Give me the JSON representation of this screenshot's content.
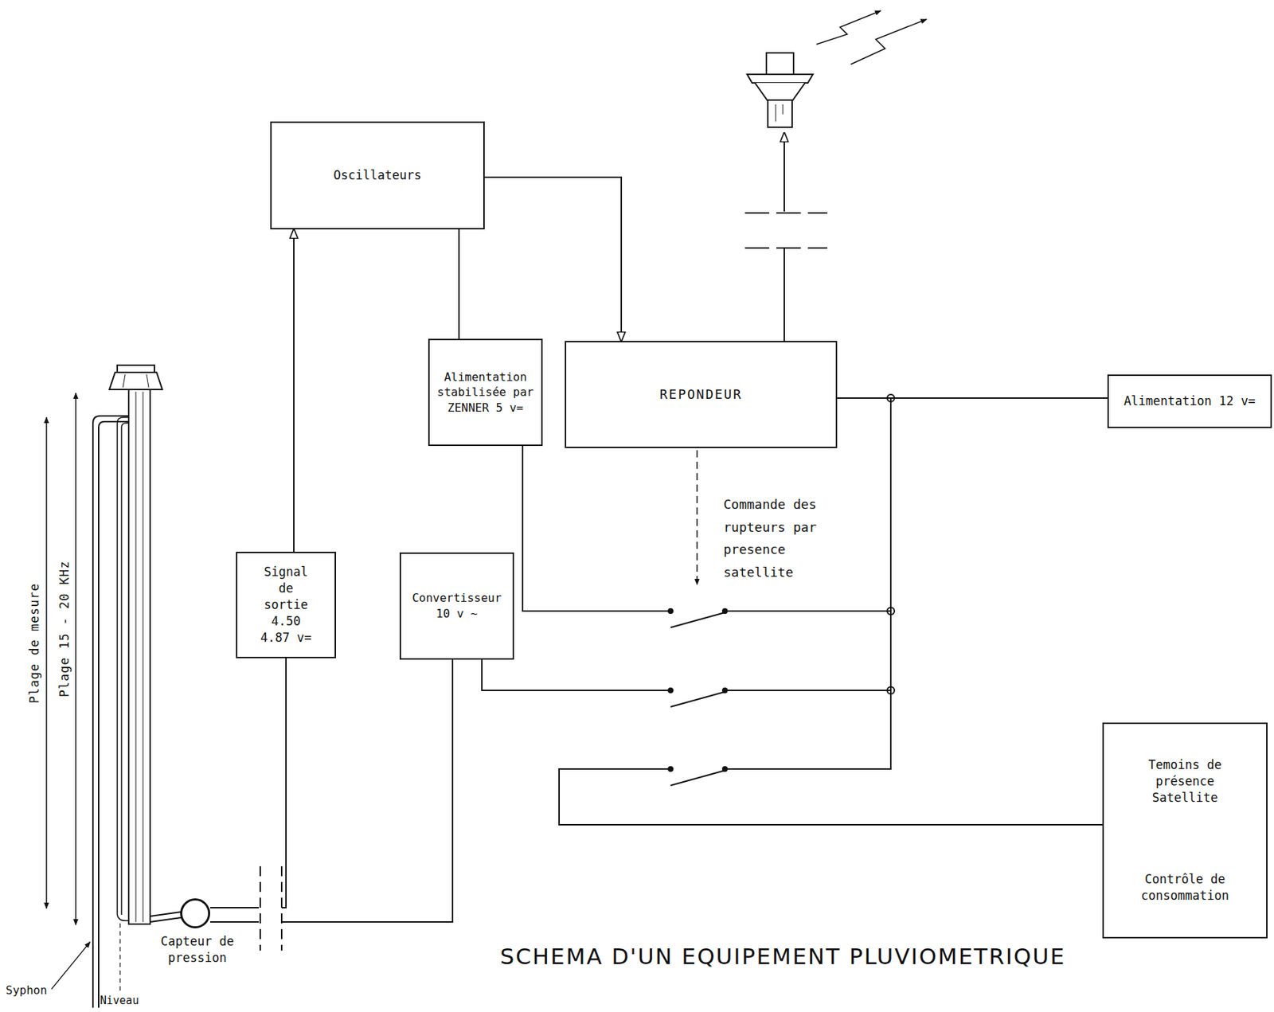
{
  "diagram": {
    "title": "SCHEMA D'UN EQUIPEMENT PLUVIOMETRIQUE",
    "nodes": [
      {
        "text": [
          "Oscillateurs"
        ]
      },
      {
        "text": [
          "Alimentation stabilisée par ZENNER 5 v="
        ]
      },
      {
        "text": [
          "REPONDEUR"
        ]
      },
      {
        "text": [
          "Alimentation 12 v="
        ]
      },
      {
        "text": [
          "Signal de sortie 4.50 4.87 v="
        ]
      },
      {
        "text": [
          "Convertisseur 10 v ~"
        ]
      },
      {
        "text": [
          "Temoins de présence Satellite",
          "Contrôle de consommation"
        ]
      },
      {
        "text": [
          "Capteur de pression"
        ]
      }
    ],
    "edges": [
      {
        "from": 4,
        "to": 0,
        "arrow": "to"
      },
      {
        "from": 0,
        "to": 2,
        "arrow": "to"
      },
      {
        "from": 0,
        "to": 1,
        "arrow": "none"
      },
      {
        "from": 7,
        "to": 4,
        "arrow": "none"
      },
      {
        "from": 5,
        "to": 7,
        "arrow": "none"
      },
      {
        "from": 2,
        "to": 3,
        "arrow": "none"
      },
      {
        "from": 3,
        "to": 1,
        "arrow": "none"
      },
      {
        "from": 3,
        "to": 5,
        "arrow": "none"
      },
      {
        "from": 3,
        "to": 6,
        "arrow": "none"
      }
    ],
    "labels": [
      "Plage de mesure",
      "Plage 15 - 20 KHz",
      "Commande des rupteurs par presence satellite",
      "Syphon",
      "Niveau"
    ]
  }
}
